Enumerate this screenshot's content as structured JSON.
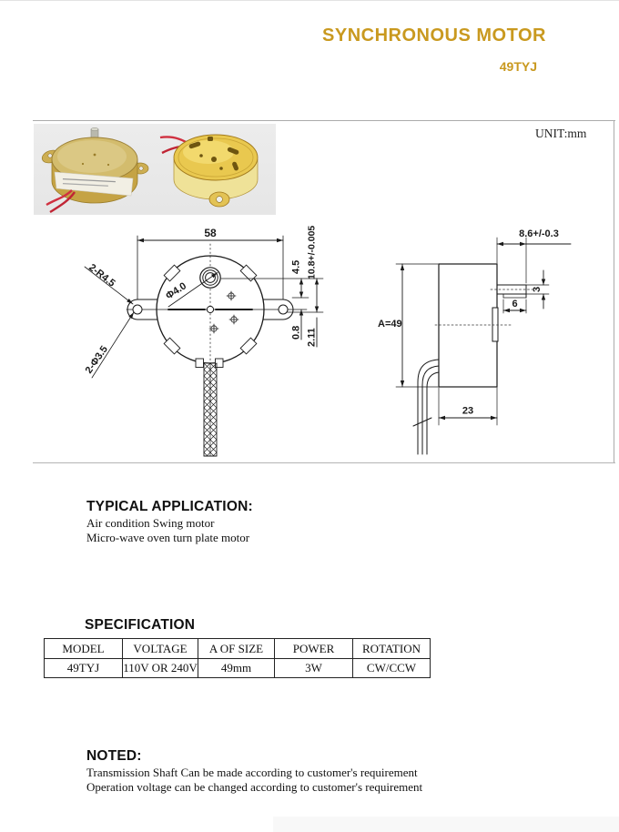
{
  "header": {
    "title": "SYNCHRONOUS MOTOR",
    "model": "49TYJ"
  },
  "drawing": {
    "unit_label": "UNIT:mm",
    "front_view": {
      "width_dim": "58",
      "shaft_hole": "Φ4.0",
      "ear_radius": "2-R4.5",
      "mount_holes": "2-Φ3.5",
      "dim_4_5": "4.5",
      "dim_10_8": "10.8+/-0.005",
      "dim_0_8": "0.8",
      "dim_2_11": "2.11"
    },
    "side_view": {
      "shaft_len": "8.6+/-0.3",
      "body_height": "A=49",
      "shaft_dia": "3",
      "flat_len": "6",
      "body_depth": "23"
    }
  },
  "application": {
    "heading": "TYPICAL APPLICATION:",
    "line1": "Air condition Swing motor",
    "line2": "Micro-wave oven turn plate motor"
  },
  "specification": {
    "heading": "SPECIFICATION",
    "columns": [
      "MODEL",
      "VOLTAGE",
      "A OF SIZE",
      "POWER",
      "ROTATION"
    ],
    "rows": [
      [
        "49TYJ",
        "110V OR 240V",
        "49mm",
        "3W",
        "CW/CCW"
      ]
    ]
  },
  "noted": {
    "heading": "NOTED:",
    "line1": "Transmission Shaft Can be made according to customer's requirement",
    "line2": "Operation voltage can be changed according to customer's requirement"
  },
  "colors": {
    "accent": "#c9991f",
    "frame": "#ababab",
    "line": "#1a1a1a"
  }
}
